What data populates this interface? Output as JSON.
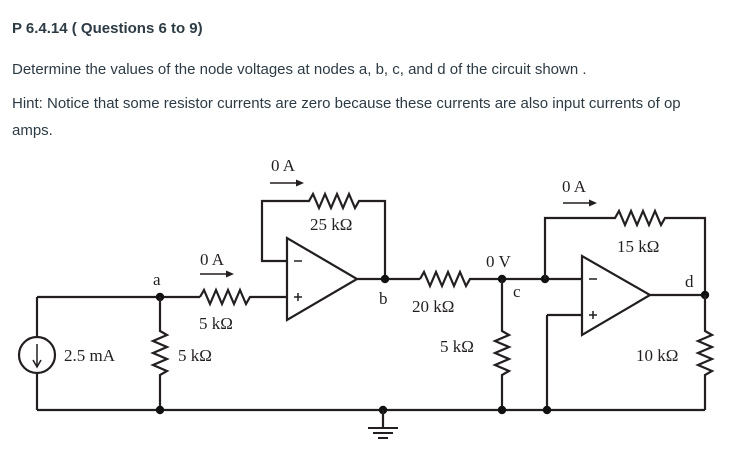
{
  "header": {
    "title": "P 6.4.14 ( Questions 6 to 9)"
  },
  "body": {
    "prompt": "Determine the values of the node voltages at nodes a, b, c, and d of the circuit shown .",
    "hint": "Hint: Notice that some resistor currents are zero because these currents are also input currents of op amps."
  },
  "circuit": {
    "source_label": "2.5 mA",
    "r_shunt_a": "5 kΩ",
    "r_series_a": "5 kΩ",
    "r_feedback_1": "25 kΩ",
    "r_bc": "20 kΩ",
    "r_c_ground": "5 kΩ",
    "r_feedback_2": "15 kΩ",
    "r_load_d": "10 kΩ",
    "current_series_a": "0 A",
    "current_feedback_1": "0 A",
    "current_feedback_2": "0 A",
    "voltage_c": "0 V",
    "node_a": "a",
    "node_b": "b",
    "node_c": "c",
    "node_d": "d",
    "minus_sign": "−",
    "plus_sign": "+"
  }
}
